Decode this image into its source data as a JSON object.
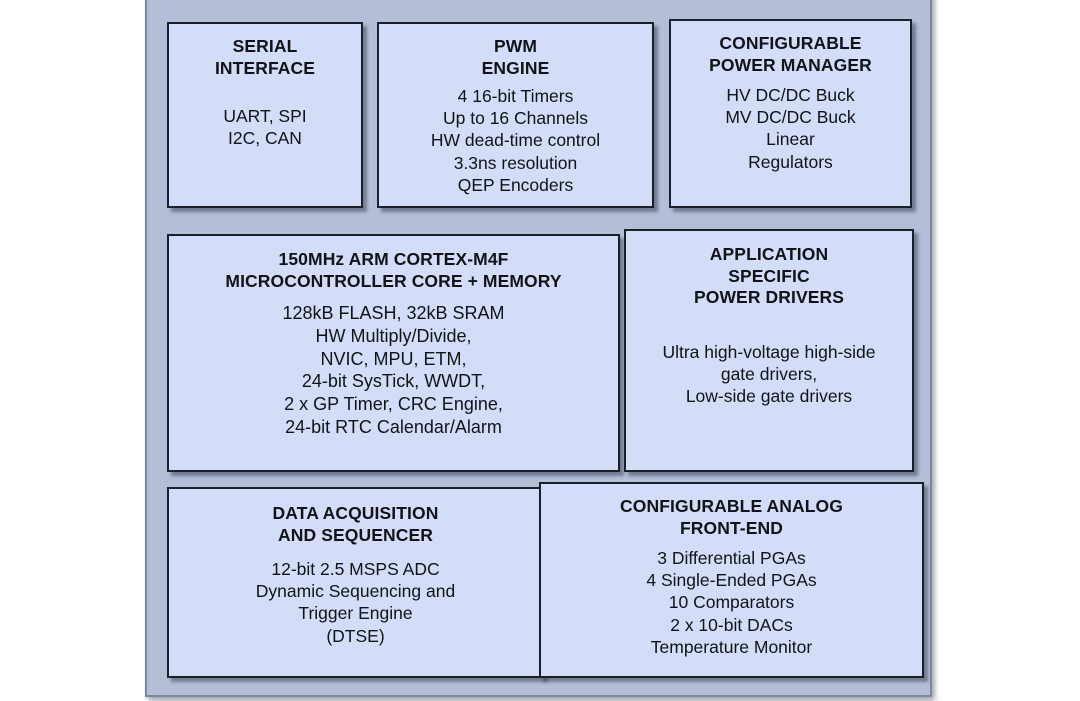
{
  "diagram": {
    "name": "microcontroller-block-diagram",
    "colors": {
      "frame_fill": "#b4bed6",
      "frame_border": "#7b86a2",
      "block_fill": "#d3ddf8",
      "block_border": "#1b1f2a",
      "text": "#111319",
      "page_background": "#ffffff"
    },
    "blocks": [
      {
        "id": "serial-interface",
        "title": [
          "SERIAL",
          "INTERFACE"
        ],
        "body": [
          "UART, SPI",
          "I2C, CAN"
        ]
      },
      {
        "id": "pwm-engine",
        "title": [
          "PWM",
          "ENGINE"
        ],
        "body": [
          "4 16-bit Timers",
          "Up to 16 Channels",
          "HW dead-time control",
          "3.3ns resolution",
          "QEP Encoders"
        ]
      },
      {
        "id": "configurable-power-manager",
        "title": [
          "CONFIGURABLE",
          "POWER MANAGER"
        ],
        "body": [
          "HV DC/DC Buck",
          "MV DC/DC Buck",
          "Linear",
          "Regulators"
        ]
      },
      {
        "id": "microcontroller-core",
        "title": [
          "150MHz ARM CORTEX-M4F",
          "MICROCONTROLLER CORE + MEMORY"
        ],
        "body": [
          "128kB FLASH, 32kB SRAM",
          "HW Multiply/Divide,",
          "NVIC, MPU, ETM,",
          "24-bit SysTick, WWDT,",
          "2 x GP Timer, CRC Engine,",
          "24-bit RTC Calendar/Alarm"
        ]
      },
      {
        "id": "application-specific-power-drivers",
        "title": [
          "APPLICATION",
          "SPECIFIC",
          "POWER DRIVERS"
        ],
        "body": [
          "Ultra high-voltage high-side",
          "gate drivers,",
          "Low-side gate drivers"
        ]
      },
      {
        "id": "data-acquisition-and-sequencer",
        "title": [
          "DATA ACQUISITION",
          "AND SEQUENCER"
        ],
        "body": [
          "12-bit 2.5 MSPS ADC",
          "Dynamic Sequencing and",
          "Trigger Engine",
          "(DTSE)"
        ]
      },
      {
        "id": "configurable-analog-front-end",
        "title": [
          "CONFIGURABLE ANALOG",
          "FRONT-END"
        ],
        "body": [
          "3 Differential PGAs",
          "4 Single-Ended PGAs",
          "10 Comparators",
          "2 x 10-bit DACs",
          "Temperature Monitor"
        ]
      }
    ]
  }
}
